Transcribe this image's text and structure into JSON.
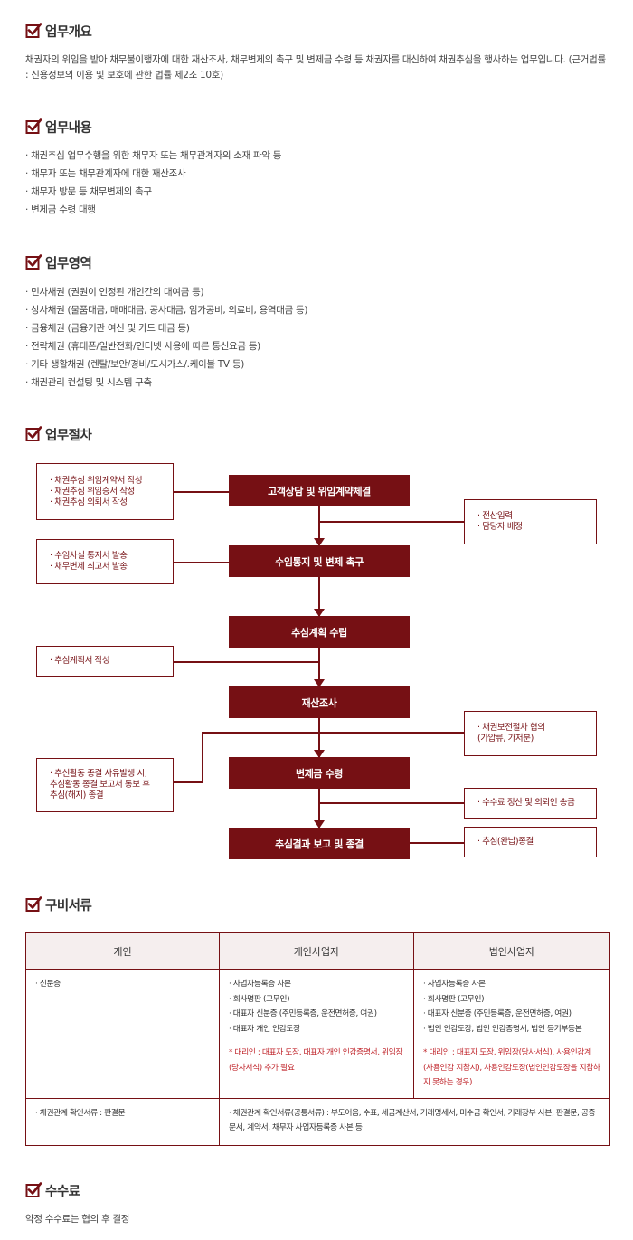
{
  "sections": {
    "overview": {
      "title": "업무개요",
      "body": "채권자의 위임을 받아 채무불이행자에 대한 재산조사, 채무변제의 촉구 및 변제금 수령 등 채권자를 대신하여 채권추심을 행사하는 업무입니다. (근거법률 : 신용정보의 이용 및 보호에 관한 법률 제2조 10호)"
    },
    "content": {
      "title": "업무내용",
      "items": [
        "· 채권추심 업무수행을 위한 채무자 또는 채무관계자의 소재 파악 등",
        "· 채무자 또는 채무관계자에 대한 재산조사",
        "· 채무자 방문 등 채무변제의 촉구",
        "· 변제금 수령 대행"
      ]
    },
    "area": {
      "title": "업무영역",
      "items": [
        "· 민사채권 (권원이 인정된 개인간의 대여금 등)",
        "· 상사채권 (물품대금, 매매대금, 공사대금, 임가공비, 의료비, 용역대금 등)",
        "· 금융채권 (금융기관 여신 및 카드 대금 등)",
        "· 전략채권 (휴대폰/일반전화/인터넷 사용에 따른 통신요금 등)",
        "· 기타 생활채권 (렌탈/보안/경비/도시가스/.케이블 TV 등)",
        "· 채권관리 컨설팅 및 시스템 구축"
      ]
    },
    "procedure": {
      "title": "업무절차",
      "steps": [
        "고객상담 및 위임계약체결",
        "수임통지 및 변제 촉구",
        "추심계획 수립",
        "재산조사",
        "변제금 수령",
        "추심결과 보고 및 종결"
      ],
      "notes": {
        "n1": [
          "· 채권추심 위임계약서 작성",
          "· 채권추심 위임증서 작성",
          "· 채권추심 의뢰서 작성"
        ],
        "n2": [
          "· 수임사실 통지서 발송",
          "· 채무변제 최고서 발송"
        ],
        "n3": [
          "· 추심계획서 작성"
        ],
        "n4": [
          "· 추신활동 종결 사유발생 시,",
          "추심활동 종결 보고서 통보 후",
          "추심(해지) 종결"
        ],
        "r1": [
          "· 전산입력",
          "· 담당자 배정"
        ],
        "r2": [
          "· 채권보전절차 협의",
          "(가압류, 가처분)"
        ],
        "r3": [
          "· 수수료 정산 및 의뢰인 송금"
        ],
        "r4": [
          "· 추심(완납)종결"
        ]
      }
    },
    "documents": {
      "title": "구비서류",
      "headers": [
        "개인",
        "개인사업자",
        "법인사업자"
      ],
      "row1": {
        "personal": "· 신분증",
        "sole": [
          "· 사업자등록증 사본",
          "· 회사명판 (고무인)",
          "· 대표자 신분증 (주민등록증, 운전면허증, 여권)",
          "· 대표자 개인 인감도장"
        ],
        "sole_note": "* 대리인 : 대표자 도장, 대표자 개인 인감증명서, 위임장(당사서식) 추가 필요",
        "corp": [
          "· 사업자등록증 사본",
          "· 회사명판 (고무인)",
          "· 대표자 신분증 (주민등록증, 운전면허증, 여권)",
          "· 법인 인감도장, 법인 인감증명서, 법인 등기부등본"
        ],
        "corp_note": "* 대리인 : 대표자 도장, 위임장(당사서식), 사용인감계(사용인감 지참시), 사용인감도장(법인인감도장을 지참하지 못하는 경우)"
      },
      "row2": {
        "personal": "· 채권관계 확인서류 : 판결문",
        "business": "· 채권관계 확인서류(공통서류) : 부도어음, 수표, 세금계산서, 거래명세서, 미수금 확인서, 거래장부 사본, 판결문, 공증문서, 계약서, 채무자 사업자등록증 사본 등"
      }
    },
    "fee": {
      "title": "수수료",
      "body": "약정 수수료는 협의 후 결정"
    }
  },
  "colors": {
    "accent": "#761014",
    "note_red": "#c0262c",
    "header_bg": "#f5eeee"
  },
  "icons": {
    "section": "checkbox-check-icon"
  }
}
